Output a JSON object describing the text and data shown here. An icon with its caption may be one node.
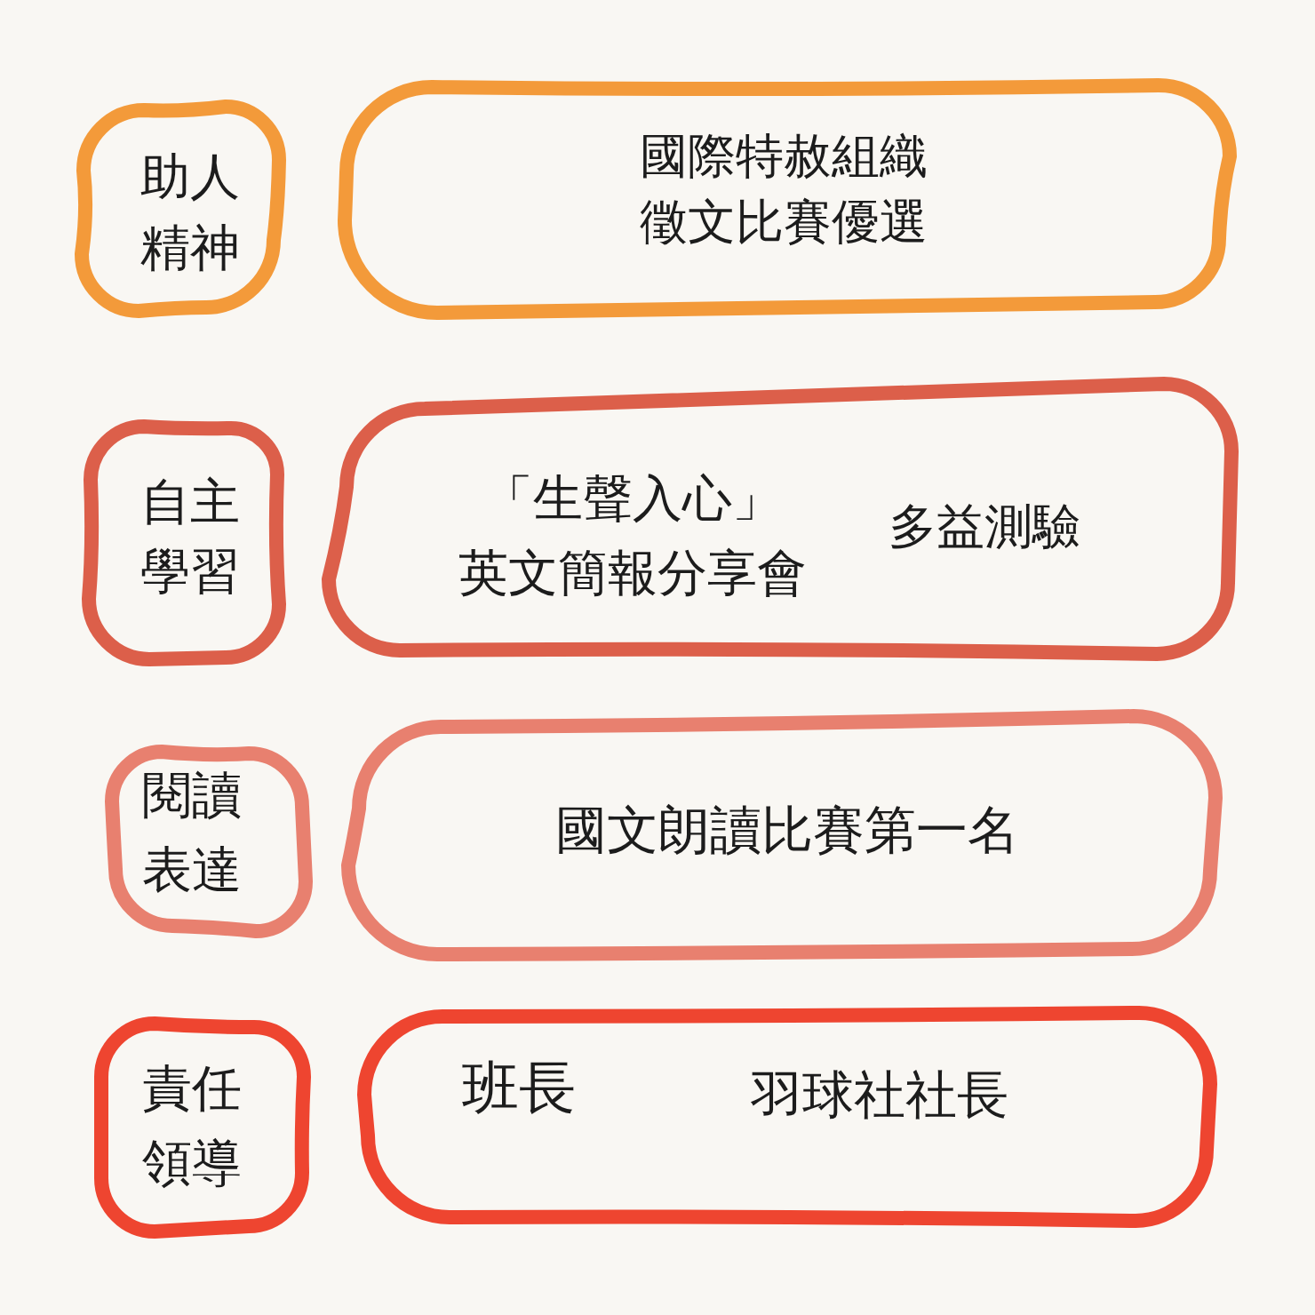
{
  "diagram": {
    "nodes": [
      {
        "text": [
          "助人精神"
        ]
      },
      {
        "text": [
          "國際特赦組織徵文比賽優選"
        ]
      },
      {
        "text": [
          "自主學習"
        ]
      },
      {
        "text": [
          "「生聲入心」英文簡報分享會",
          "多益測驗"
        ]
      },
      {
        "text": [
          "閱讀表達"
        ]
      },
      {
        "text": [
          "國文朗讀比賽第一名"
        ]
      },
      {
        "text": [
          "責任領導"
        ]
      },
      {
        "text": [
          "班長",
          "羽球社社長"
        ]
      }
    ]
  }
}
